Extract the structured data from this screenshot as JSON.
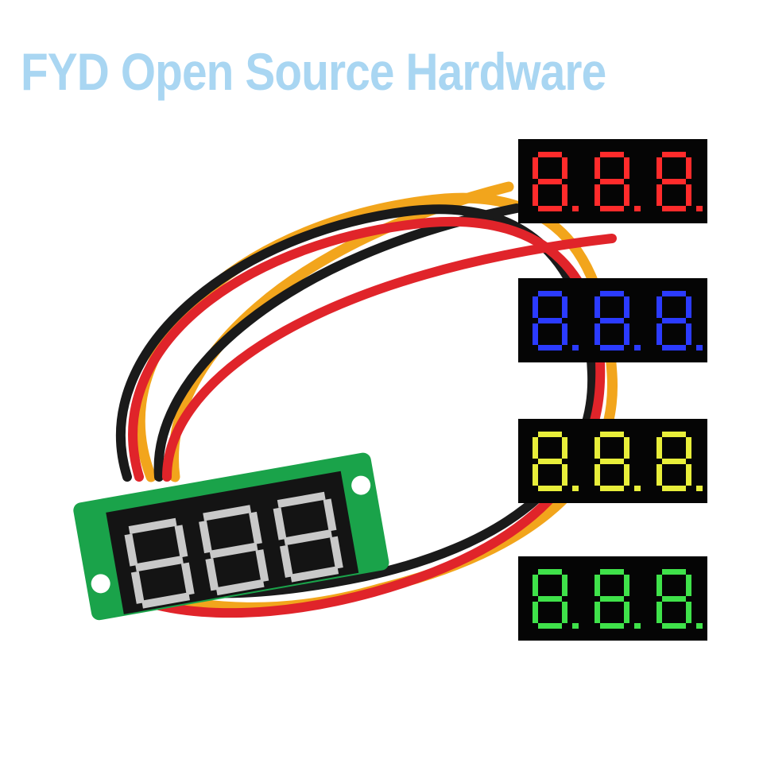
{
  "brand": {
    "text": "FYD Open Source Hardware",
    "color": "#a9d6f2"
  },
  "product": {
    "board_color": "#1aa34a",
    "display_color": "#141414",
    "segment_off_color": "#c9c9c9",
    "digit_count": 3
  },
  "wires": [
    {
      "name": "red-wire",
      "color": "#e0242a"
    },
    {
      "name": "black-wire",
      "color": "#1a1a1a"
    },
    {
      "name": "yellow-wire",
      "color": "#f2a51c"
    }
  ],
  "variants": [
    {
      "name": "red",
      "color": "#ff2b2b"
    },
    {
      "name": "blue",
      "color": "#2b3bff"
    },
    {
      "name": "yellow",
      "color": "#e8ee3a"
    },
    {
      "name": "green",
      "color": "#3fe24a"
    }
  ]
}
